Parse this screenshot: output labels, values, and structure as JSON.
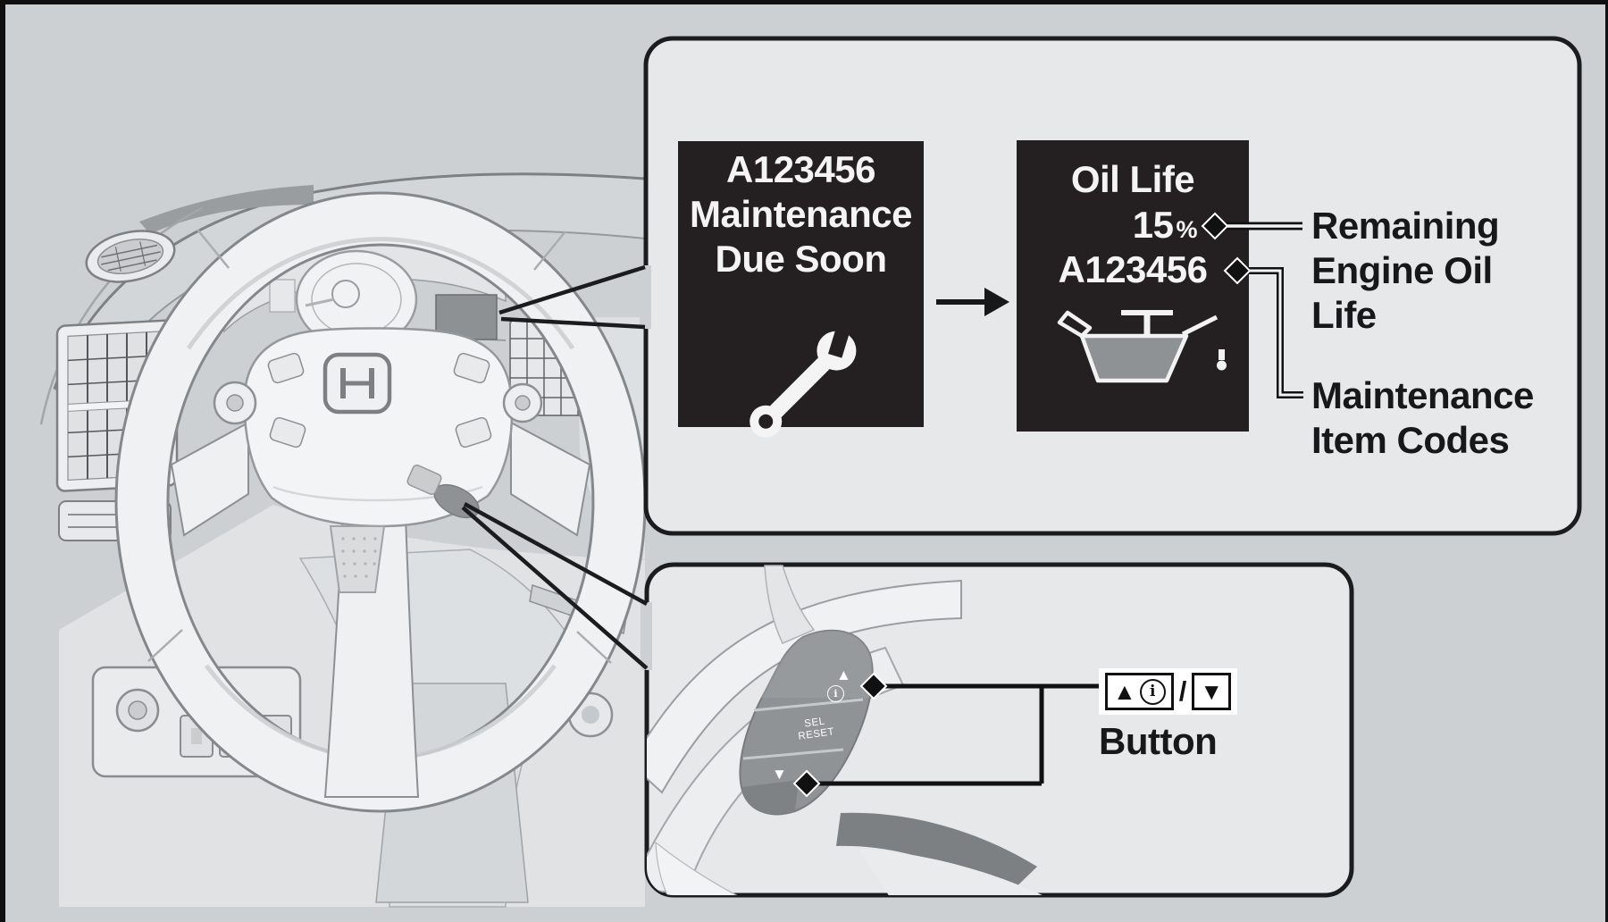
{
  "colors": {
    "page_bg": "#cdd0d3",
    "panel_bg": "#e6e8ea",
    "panel_border": "#1a1c1e",
    "screen_bg": "#242021",
    "screen_text": "#f4f4f4",
    "label_text": "#17181a",
    "cluster_display_fill": "#8e9194"
  },
  "top_callout": {
    "screen_before": {
      "lines": [
        "A123456",
        "Maintenance",
        "Due Soon"
      ],
      "icon": "wrench-icon"
    },
    "transition": {
      "icon": "arrow-right-icon"
    },
    "screen_after": {
      "title": "Oil Life",
      "value": "15",
      "unit": "%",
      "code": "A123456",
      "icon": "oil-can-icon"
    },
    "labels": {
      "remaining_engine_oil_life": {
        "lines": [
          "Remaining",
          "Engine Oil",
          "Life"
        ]
      },
      "maintenance_item_codes": {
        "lines": [
          "Maintenance",
          "Item Codes"
        ]
      }
    }
  },
  "bottom_callout": {
    "steering_buttons": {
      "up_symbol": "▲",
      "info_symbol": "i",
      "select_label": "SEL",
      "reset_label": "RESET",
      "down_symbol": "▼"
    },
    "button_label": {
      "up_symbol": "▲",
      "info_symbol": "i",
      "separator": "/",
      "down_symbol": "▼",
      "caption": "Button"
    }
  }
}
